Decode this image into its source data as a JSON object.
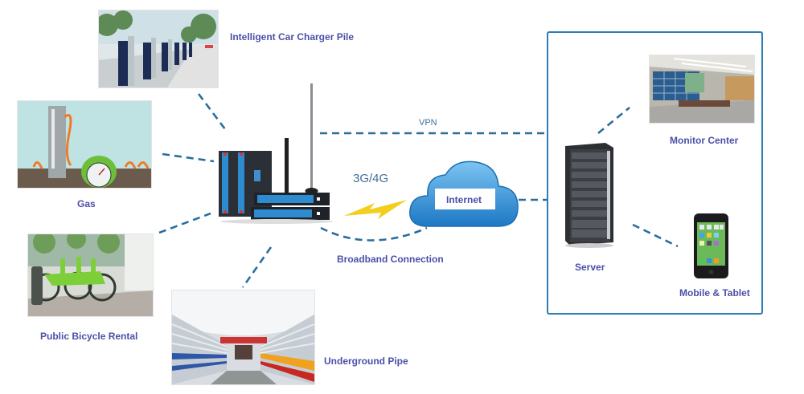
{
  "diagram": {
    "nodes": {
      "charger": {
        "label": "Intelligent Car Charger Pile",
        "icon": "ev-charger-photo"
      },
      "gas": {
        "label": "Gas",
        "icon": "gas-meter-photo"
      },
      "bicycle": {
        "label": "Public Bicycle Rental",
        "icon": "bicycle-photo"
      },
      "pipe": {
        "label": "Underground Pipe",
        "icon": "pipe-tunnel-photo"
      },
      "router": {
        "label": "",
        "icon": "industrial-router"
      },
      "internet": {
        "label": "Internet",
        "icon": "cloud-icon"
      },
      "server": {
        "label": "Server",
        "icon": "server-rack-icon"
      },
      "monitor": {
        "label": "Monitor Center",
        "icon": "control-room-photo"
      },
      "mobile": {
        "label": "Mobile & Tablet",
        "icon": "smartphone-icon"
      }
    },
    "links": {
      "vpn": "VPN",
      "wireless": "3G/4G",
      "broadband": "Broadband Connection"
    },
    "colors": {
      "label": "#4b4fa8",
      "dash": "#2a6f9c",
      "frame": "#2b7db4",
      "cloud": "#2b8fd6",
      "bolt": "#f2cf1d",
      "wireless_text": "#3f6f9a"
    }
  }
}
